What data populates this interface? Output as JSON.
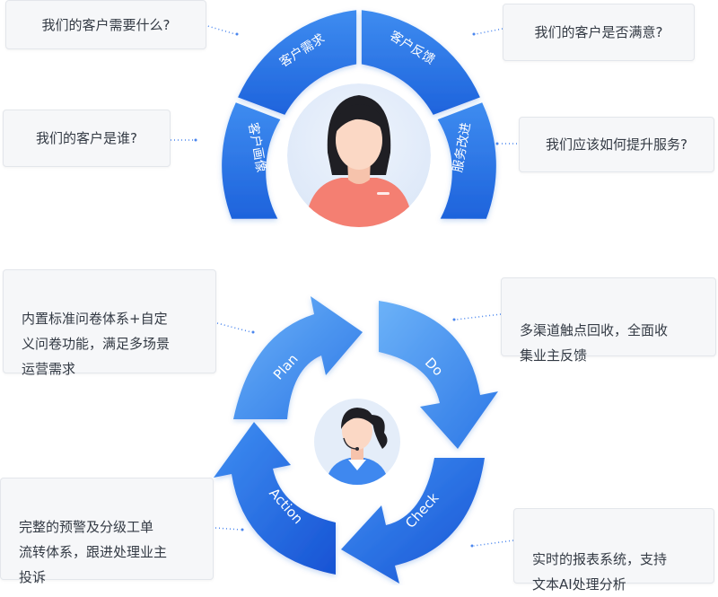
{
  "top": {
    "questions": {
      "needs": "我们的客户需要什么?",
      "satisfaction": "我们的客户是否满意?",
      "who": "我们的客户是谁?",
      "improve": "我们应该如何提升服务?"
    },
    "segments": {
      "portrait": "客户画像",
      "needs": "客户需求",
      "feedback": "客户反馈",
      "improvement": "服务改进"
    }
  },
  "bottom": {
    "cards": {
      "plan": "内置标准问卷体系+自定\n义问卷功能，满足多场景\n运营需求",
      "do": "多渠道触点回收，全面收\n集业主反馈",
      "action": "完整的预警及分级工单\n流转体系，跟进处理业主\n投诉",
      "check": "实时的报表系统，支持\n文本AI处理分析"
    },
    "cycle": {
      "plan": "Plan",
      "do": "Do",
      "check": "Check",
      "action": "Action"
    }
  },
  "colors": {
    "blue_dark": "#1a5fd9",
    "blue_light": "#52a0f5",
    "card_bg": "#f6f7f9",
    "dots": "#3b7ff0"
  }
}
